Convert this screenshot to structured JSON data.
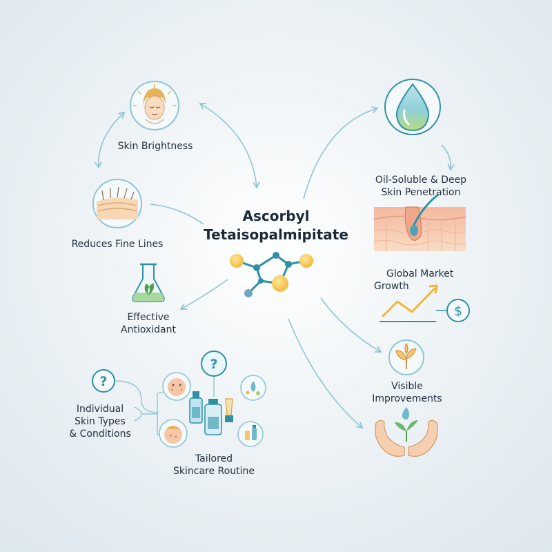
{
  "center": {
    "title_line1": "Ascorbyl",
    "title_line2": "Tetaisopalmipitate"
  },
  "nodes": {
    "skin_brightness": "Skin Brightness",
    "reduces_fine_lines": "Reduces Fine Lines",
    "antioxidant_line1": "Effective",
    "antioxidant_line2": "Antioxidant",
    "skin_types_line1": "Individual",
    "skin_types_line2": "Skin Types",
    "skin_types_line3": "& Conditions",
    "routine_line1": "Tailored",
    "routine_line2": "Skincare Routine",
    "oil_soluble_line1": "Oil-Soluble & Deep",
    "oil_soluble_line2": "Skin Penetration",
    "market_line1": "Global Market",
    "market_line2": "Growth",
    "improvements_line1": "Visible",
    "improvements_line2": "Improvements"
  },
  "icons": {
    "question_mark": "?",
    "dollar": "$"
  },
  "colors": {
    "arrow": "#8ec5d4",
    "teal": "#2f8fa3",
    "gold": "#f5c542",
    "skin": "#f6d7b8",
    "leaf": "#6bb86b"
  }
}
